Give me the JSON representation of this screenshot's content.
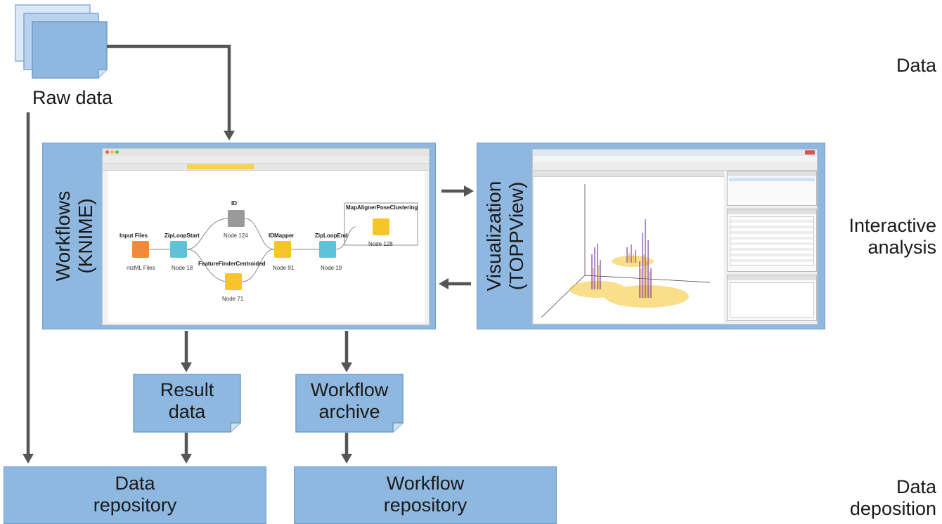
{
  "side_labels": {
    "data": "Data",
    "interactive_line1": "Interactive",
    "interactive_line2": "analysis",
    "deposition_line1": "Data",
    "deposition_line2": "deposition"
  },
  "raw_data": {
    "label": "Raw data"
  },
  "workflows_panel": {
    "title_line1": "Workflows",
    "title_line2": "(KNIME)",
    "nodes": [
      {
        "label": "Input Files",
        "sub": "mzML Files"
      },
      {
        "label": "ZipLoopStart",
        "sub": "Node 18"
      },
      {
        "label": "ID",
        "sub": "Node 124"
      },
      {
        "label": "FeatureFinderCentroided",
        "sub": "Node 71"
      },
      {
        "label": "IDMapper",
        "sub": "Node 91"
      },
      {
        "label": "ZipLoopEnd",
        "sub": "Node 19"
      },
      {
        "label": "MapAlignerPoseClustering",
        "sub": "Node 128"
      }
    ]
  },
  "visualization_panel": {
    "title_line1": "Visualization",
    "title_line2": "(TOPPView)"
  },
  "result_data": {
    "line1": "Result",
    "line2": "data"
  },
  "workflow_archive": {
    "line1": "Workflow",
    "line2": "archive"
  },
  "data_repository": {
    "line1": "Data",
    "line2": "repository"
  },
  "workflow_repository": {
    "line1": "Workflow",
    "line2": "repository"
  },
  "colors": {
    "box_fill": "#8fb8e0",
    "arrow": "#555555",
    "node_orange": "#f08a3c",
    "node_yellow": "#f5c52a",
    "node_cyan": "#5fc3d8",
    "node_gray": "#9a9a9a"
  }
}
